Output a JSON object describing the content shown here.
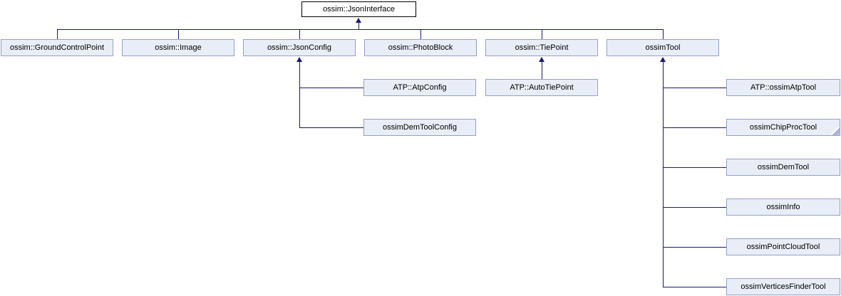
{
  "diagram": {
    "type": "class-inheritance-graph",
    "colors": {
      "line": "#191970",
      "node_fill": "#e8edf7",
      "node_border": "#94a1c7",
      "root_fill": "#ffffff",
      "root_border": "#000000",
      "text": "#000000",
      "background": "#ffffff"
    },
    "nodes": [
      {
        "id": "ossim-jsoninterface",
        "label": "ossim::JsonInterface",
        "root": true
      },
      {
        "id": "ossim-groundcontrolpoint",
        "label": "ossim::GroundControlPoint"
      },
      {
        "id": "ossim-image",
        "label": "ossim::Image"
      },
      {
        "id": "ossim-jsonconfig",
        "label": "ossim::JsonConfig"
      },
      {
        "id": "ossim-photoblock",
        "label": "ossim::PhotoBlock"
      },
      {
        "id": "ossim-tiepoint",
        "label": "ossim::TiePoint"
      },
      {
        "id": "ossimtool",
        "label": "ossimTool"
      },
      {
        "id": "atp-atpconfig",
        "label": "ATP::AtpConfig"
      },
      {
        "id": "ossimdemtoolconfig",
        "label": "ossimDemToolConfig"
      },
      {
        "id": "atp-autotiepoint",
        "label": "ATP::AutoTiePoint"
      },
      {
        "id": "atp-ossimatptool",
        "label": "ATP::ossimAtpTool"
      },
      {
        "id": "ossimchipproctool",
        "label": "ossimChipProcTool",
        "truncated": true
      },
      {
        "id": "ossimdemtool",
        "label": "ossimDemTool"
      },
      {
        "id": "ossiminfo",
        "label": "ossimInfo"
      },
      {
        "id": "ossimpointcloudtool",
        "label": "ossimPointCloudTool"
      },
      {
        "id": "ossimverticesfindertool",
        "label": "ossimVerticesFinderTool"
      }
    ],
    "edges": [
      {
        "child": "ossim-groundcontrolpoint",
        "parent": "ossim-jsoninterface"
      },
      {
        "child": "ossim-image",
        "parent": "ossim-jsoninterface"
      },
      {
        "child": "ossim-jsonconfig",
        "parent": "ossim-jsoninterface"
      },
      {
        "child": "ossim-photoblock",
        "parent": "ossim-jsoninterface"
      },
      {
        "child": "ossim-tiepoint",
        "parent": "ossim-jsoninterface"
      },
      {
        "child": "ossimtool",
        "parent": "ossim-jsoninterface"
      },
      {
        "child": "atp-atpconfig",
        "parent": "ossim-jsonconfig"
      },
      {
        "child": "ossimdemtoolconfig",
        "parent": "ossim-jsonconfig"
      },
      {
        "child": "atp-autotiepoint",
        "parent": "ossim-tiepoint"
      },
      {
        "child": "atp-ossimatptool",
        "parent": "ossimtool"
      },
      {
        "child": "ossimchipproctool",
        "parent": "ossimtool"
      },
      {
        "child": "ossimdemtool",
        "parent": "ossimtool"
      },
      {
        "child": "ossiminfo",
        "parent": "ossimtool"
      },
      {
        "child": "ossimpointcloudtool",
        "parent": "ossimtool"
      },
      {
        "child": "ossimverticesfindertool",
        "parent": "ossimtool"
      }
    ]
  }
}
